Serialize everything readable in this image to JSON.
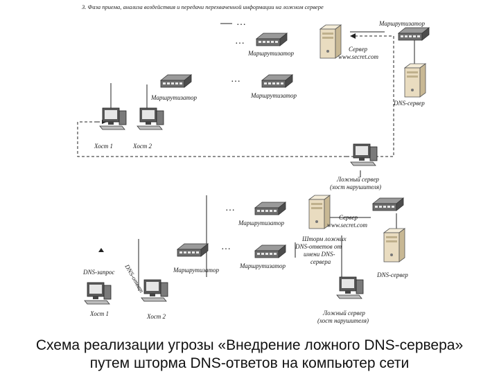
{
  "diagram": {
    "top_title": "3. Фаза приема, анализа воздействия и передачи перехваченной информации на ложном сервере",
    "top": {
      "router_label": "Маршрутизатор",
      "ellipsis": "…",
      "server_label_line1": "Сервер",
      "server_label_line2": "www.secret.com",
      "dns_server_label": "DNS-сервер",
      "host1_label": "Хост 1",
      "host2_label": "Хост 2",
      "fake_server_line1": "Ложный сервер",
      "fake_server_line2": "(хост нарушителя)"
    },
    "bottom": {
      "router_label": "Маршрутизатор",
      "ellipsis": "…",
      "server_label_line1": "Сервер",
      "server_label_line2": "www.secret.com",
      "dns_server_label": "DNS-сервер",
      "host1_label": "Хост 1",
      "host2_label": "Хост 2",
      "fake_server_line1": "Ложный сервер",
      "fake_server_line2": "(хост нарушителя)",
      "storm_line1": "Шторм ложных",
      "storm_line2": "DNS-ответов от",
      "storm_line3": "имени DNS-",
      "storm_line4": "сервера",
      "dns_request_label": "DNS-запрос",
      "dns_answer_label": "DNS-ответ"
    }
  },
  "caption": {
    "line1": "Схема реализации угрозы «Внедрение ложного DNS-сервера»",
    "line2": "путем шторма DNS-ответов на компьютер сети"
  },
  "colors": {
    "router_body": "#6e6e6e",
    "server_body": "#e9dcc0",
    "monitor_body": "#5a5a5a",
    "line": "#222222"
  },
  "icons": [
    "router-icon",
    "server-icon",
    "computer-icon"
  ]
}
